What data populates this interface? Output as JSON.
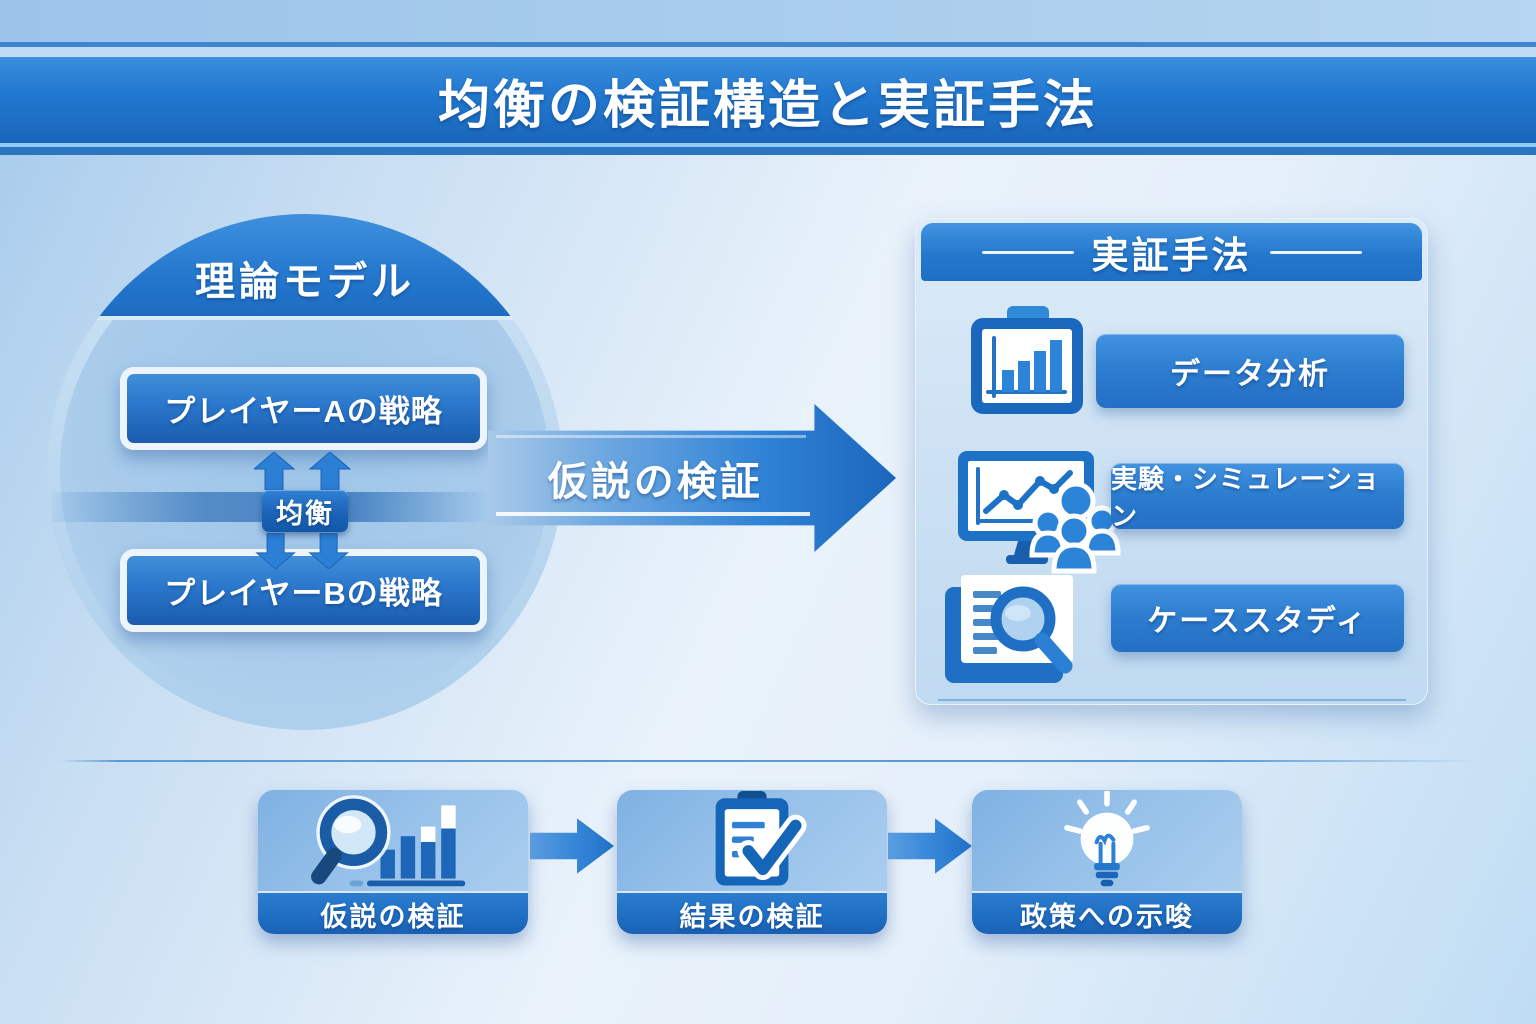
{
  "header": {
    "title": "均衡の検証構造と実証手法"
  },
  "theory": {
    "title": "理論モデル",
    "player_a": "プレイヤーAの戦略",
    "player_b": "プレイヤーBの戦略",
    "equilibrium": "均衡"
  },
  "main_arrow": {
    "label": "仮説の検証"
  },
  "methods": {
    "title": "実証手法",
    "items": [
      {
        "label": "データ分析",
        "icon": "chart-board-icon"
      },
      {
        "label": "実験・シミュレーション",
        "icon": "monitor-people-icon"
      },
      {
        "label": "ケーススタディ",
        "icon": "document-magnifier-icon"
      }
    ]
  },
  "flow": {
    "steps": [
      {
        "label": "仮説の検証",
        "icon": "magnifier-bars-icon"
      },
      {
        "label": "結果の検証",
        "icon": "clipboard-check-icon"
      },
      {
        "label": "政策への示唆",
        "icon": "lightbulb-icon"
      }
    ]
  },
  "colors": {
    "accent_blue": "#1e6fc6",
    "deep_blue": "#1a5fb0",
    "mid_blue": "#2b7fd4",
    "light_blue": "#a6cbec",
    "panel_bg": "#cfe2f4",
    "text": "#ffffff"
  }
}
